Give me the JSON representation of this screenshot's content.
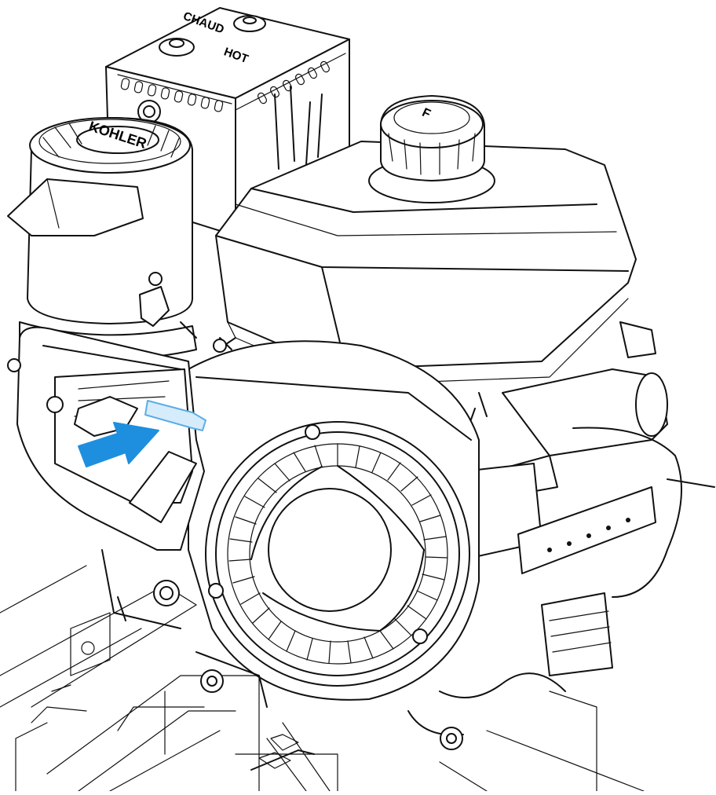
{
  "labels": {
    "hot_cold_top": "CHAUD",
    "hot_cold_bottom": "HOT",
    "brand": "KOHLER",
    "fuel_cap": "F"
  },
  "colors": {
    "line": "#111111",
    "highlight_fill": "#d6ecfb",
    "highlight_stroke": "#5aaee6",
    "arrow": "#1e8fde"
  },
  "icons": {
    "arrow": "arrow-right-icon",
    "choke_lever": "choke-lever-icon"
  }
}
